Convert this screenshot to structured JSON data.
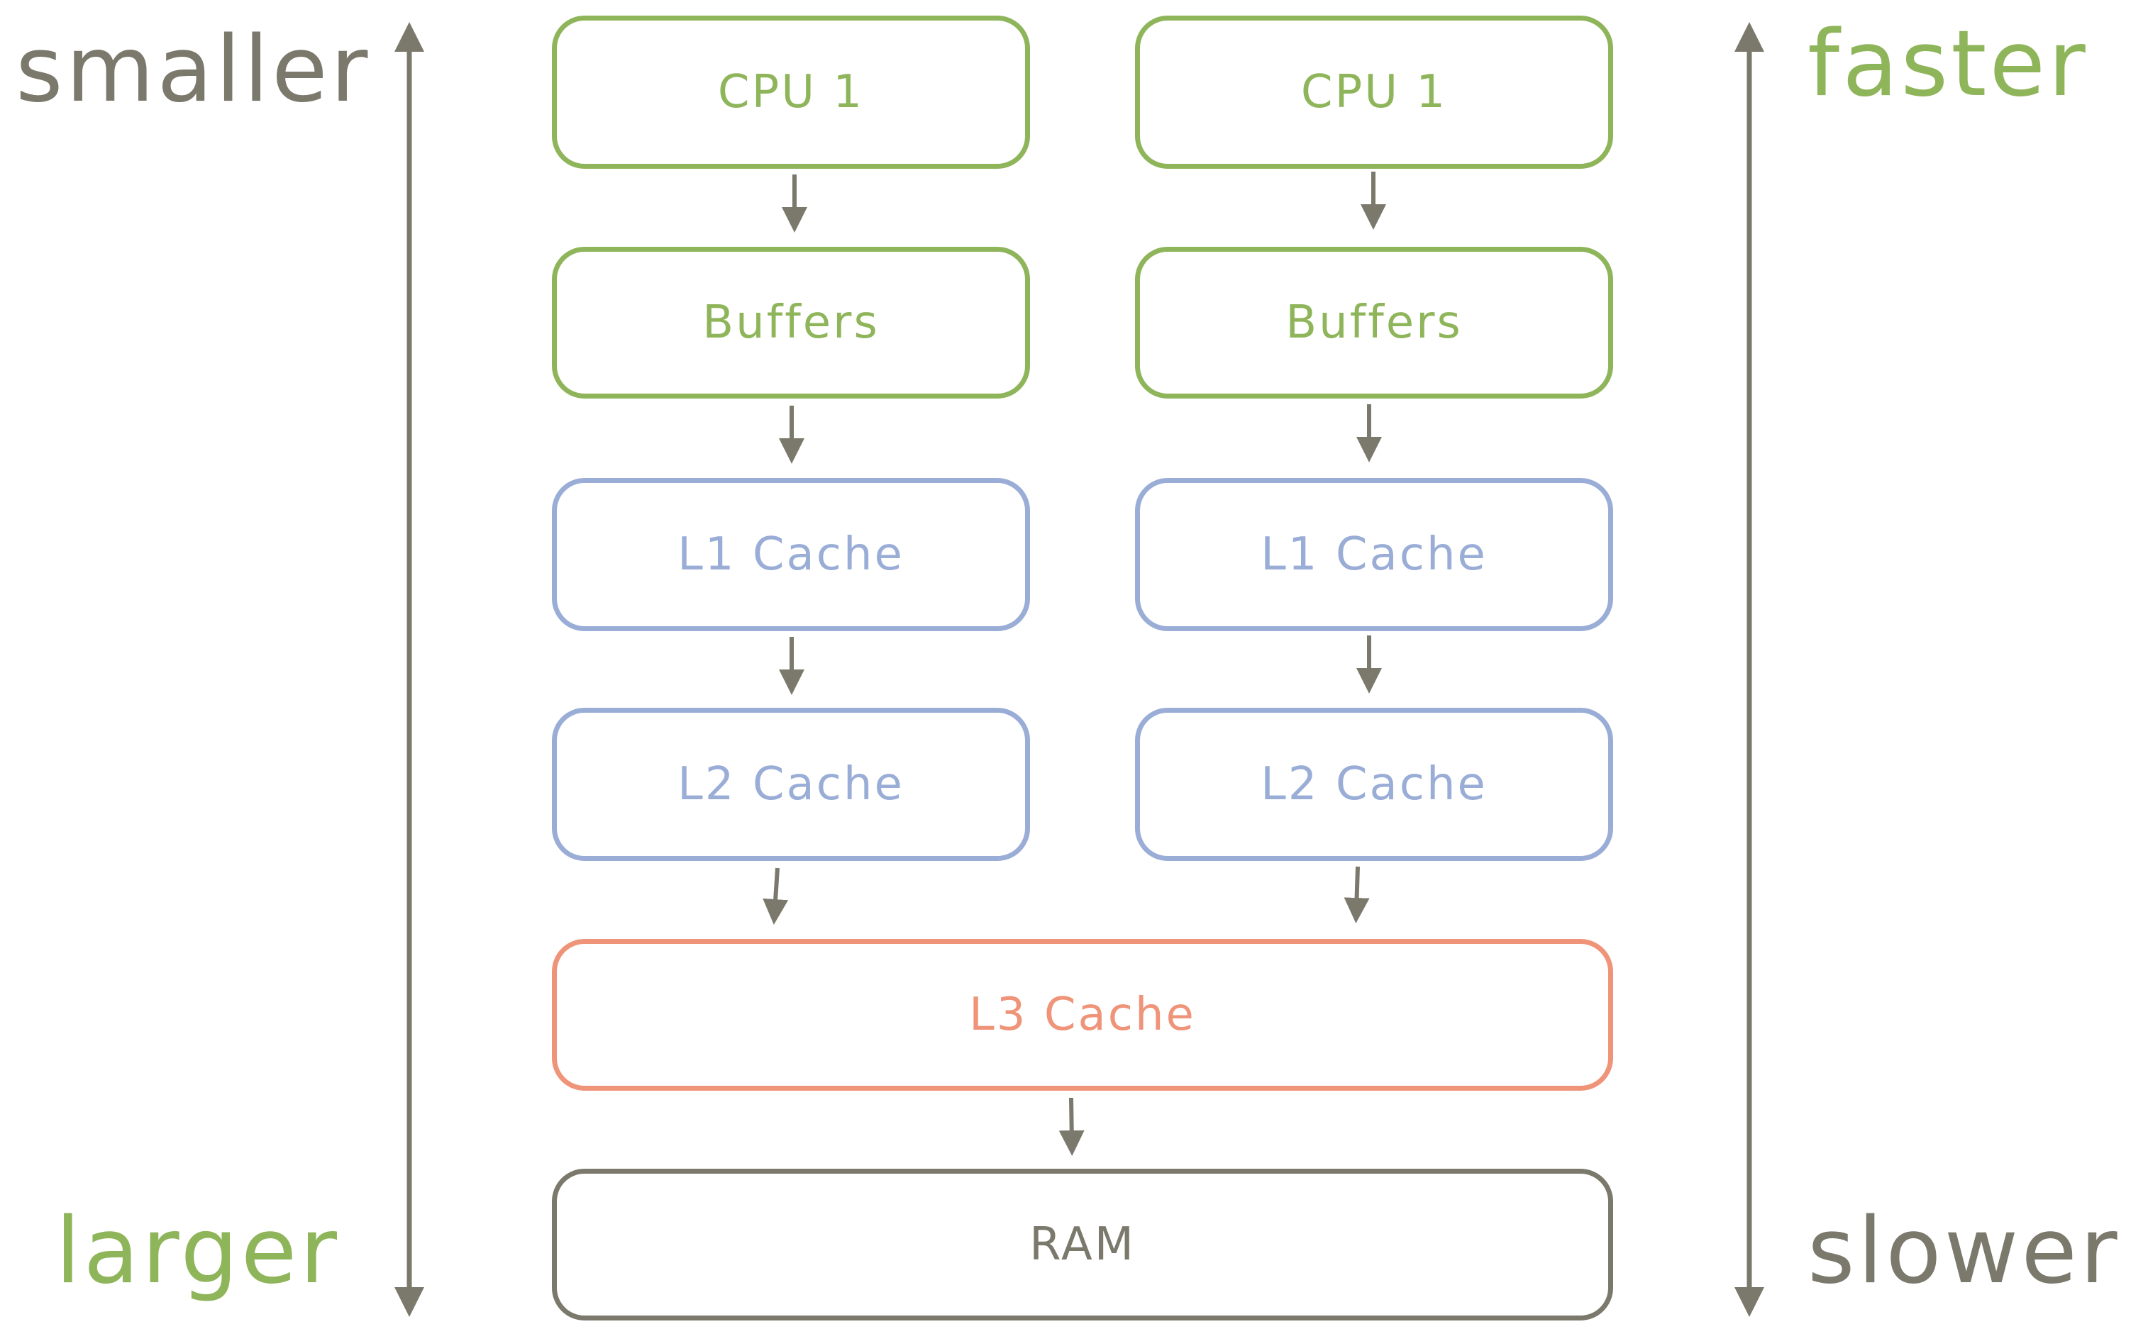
{
  "labels": {
    "top_left": "smaller",
    "bottom_left": "larger",
    "top_right": "faster",
    "bottom_right": "slower"
  },
  "colors": {
    "cpu_buffers": "#8fb55b",
    "l1_l2": "#9aadd6",
    "l3": "#ef9479",
    "ram_and_arrows": "#7b786c"
  },
  "columns": [
    {
      "cpu": "CPU 1",
      "buffers": "Buffers",
      "l1": "L1 Cache",
      "l2": "L2 Cache"
    },
    {
      "cpu": "CPU 1",
      "buffers": "Buffers",
      "l1": "L1 Cache",
      "l2": "L2 Cache"
    }
  ],
  "shared": {
    "l3": "L3 Cache",
    "ram": "RAM"
  }
}
